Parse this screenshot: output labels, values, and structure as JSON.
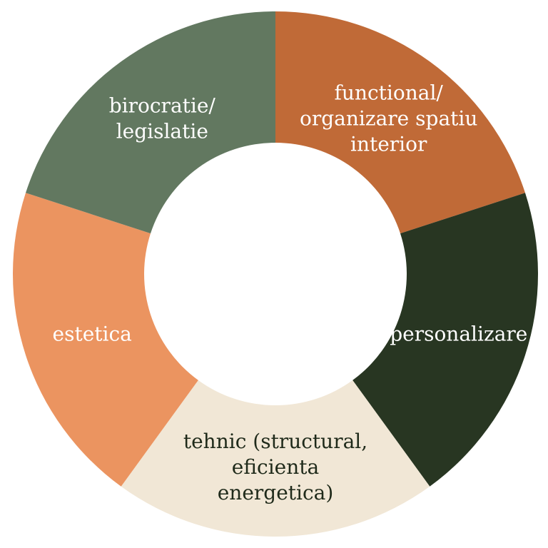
{
  "chart_data": {
    "type": "pie",
    "variant": "donut",
    "title": "",
    "legend": "none",
    "start_angle_deg": 0,
    "direction": "clockwise",
    "slices": [
      {
        "label_lines": [
          "functional/",
          "organizare spatiu",
          "interior"
        ],
        "value": 20,
        "color": "#c06a37",
        "text_color": "#ffffff"
      },
      {
        "label_lines": [
          "personalizare"
        ],
        "value": 20,
        "color": "#283622",
        "text_color": "#ffffff"
      },
      {
        "label_lines": [
          "tehnic (structural,",
          "eficienta",
          "energetica)"
        ],
        "value": 20,
        "color": "#f1e7d6",
        "text_color": "#1f2a1a"
      },
      {
        "label_lines": [
          "estetica"
        ],
        "value": 20,
        "color": "#eb9460",
        "text_color": "#ffffff"
      },
      {
        "label_lines": [
          "birocratie/",
          "legislatie"
        ],
        "value": 20,
        "color": "#627860",
        "text_color": "#ffffff"
      }
    ]
  }
}
